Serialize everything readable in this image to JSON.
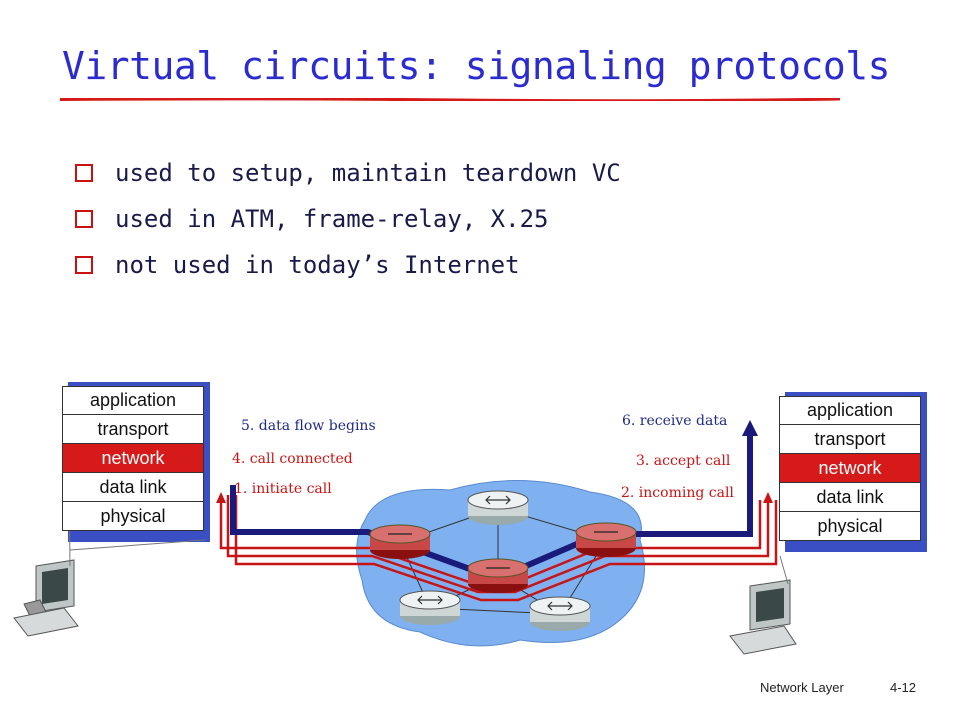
{
  "slide": {
    "title": "Virtual circuits: signaling protocols",
    "bullets": [
      "used to setup, maintain  teardown VC",
      "used in ATM, frame-relay, X.25",
      "not used in today’s Internet"
    ],
    "left_stack": [
      "application",
      "transport",
      "network",
      "data link",
      "physical"
    ],
    "right_stack": [
      "application",
      "transport",
      "network",
      "data link",
      "physical"
    ],
    "labels": {
      "data_flow": "5. data flow begins",
      "call_connected": "4. call connected",
      "initiate_call": "1. initiate call",
      "receive_data": "6. receive data",
      "accept_call": "3. accept call",
      "incoming_call": "2. incoming call"
    },
    "footer": {
      "left": "Network Layer",
      "right": "4-12"
    },
    "colors": {
      "title": "#2b2bd0",
      "network_layer": "#d61a1a",
      "path_blue": "#1a1a7a",
      "path_red": "#c81414",
      "cloud": "#7fb0f0"
    }
  }
}
